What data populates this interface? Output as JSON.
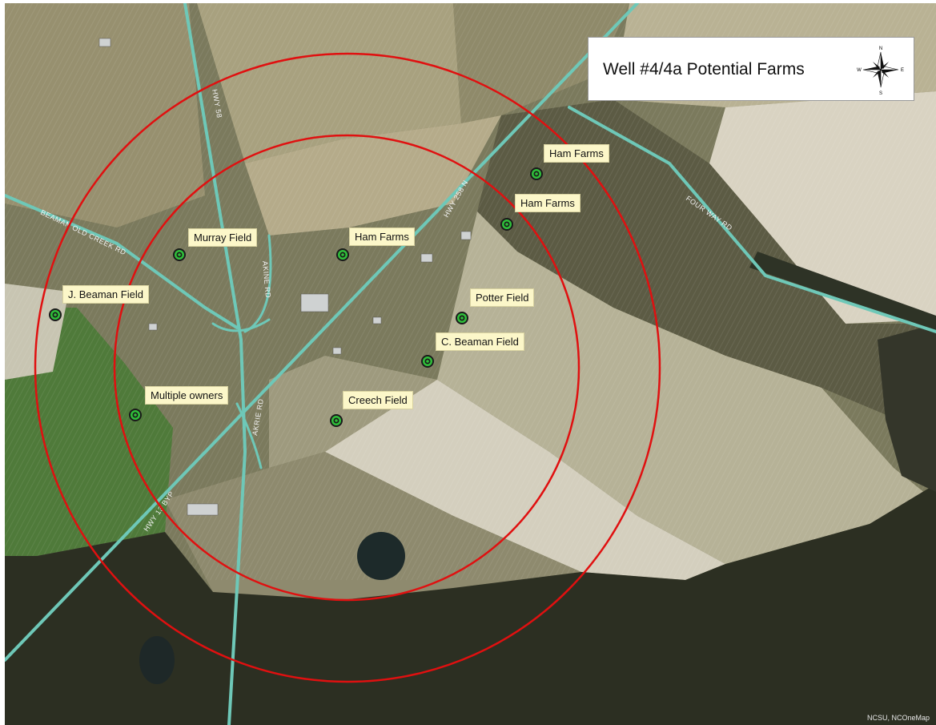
{
  "title": "Well #4/4a Potential Farms",
  "compass": {
    "icon": "compass-rose-icon",
    "n": "N",
    "s": "S",
    "e": "E",
    "w": "W"
  },
  "farms": [
    {
      "label": "Ham Farms"
    },
    {
      "label": "Ham Farms"
    },
    {
      "label": "Murray Field"
    },
    {
      "label": "Ham Farms"
    },
    {
      "label": "J. Beaman Field"
    },
    {
      "label": "Potter Field"
    },
    {
      "label": "C. Beaman Field"
    },
    {
      "label": "Multiple owners"
    },
    {
      "label": "Creech Field"
    }
  ],
  "roads": [
    {
      "label": "HWY 258 N"
    },
    {
      "label": "FOUR WAY RD"
    },
    {
      "label": "BEAMAN OLD CREEK RD"
    },
    {
      "label": "HWY 58"
    },
    {
      "label": "AKINE RD"
    },
    {
      "label": "AKRIE RD"
    },
    {
      "label": "HWY 13 BYP"
    }
  ],
  "credit": "NCSU, NCOneMap",
  "colors": {
    "buffer_ring": "#e01010",
    "road": "#6ec8b8",
    "label_bg": "#fcf7c9",
    "marker": "#2fbf3a"
  },
  "marker_icon": "target-bullseye-icon"
}
